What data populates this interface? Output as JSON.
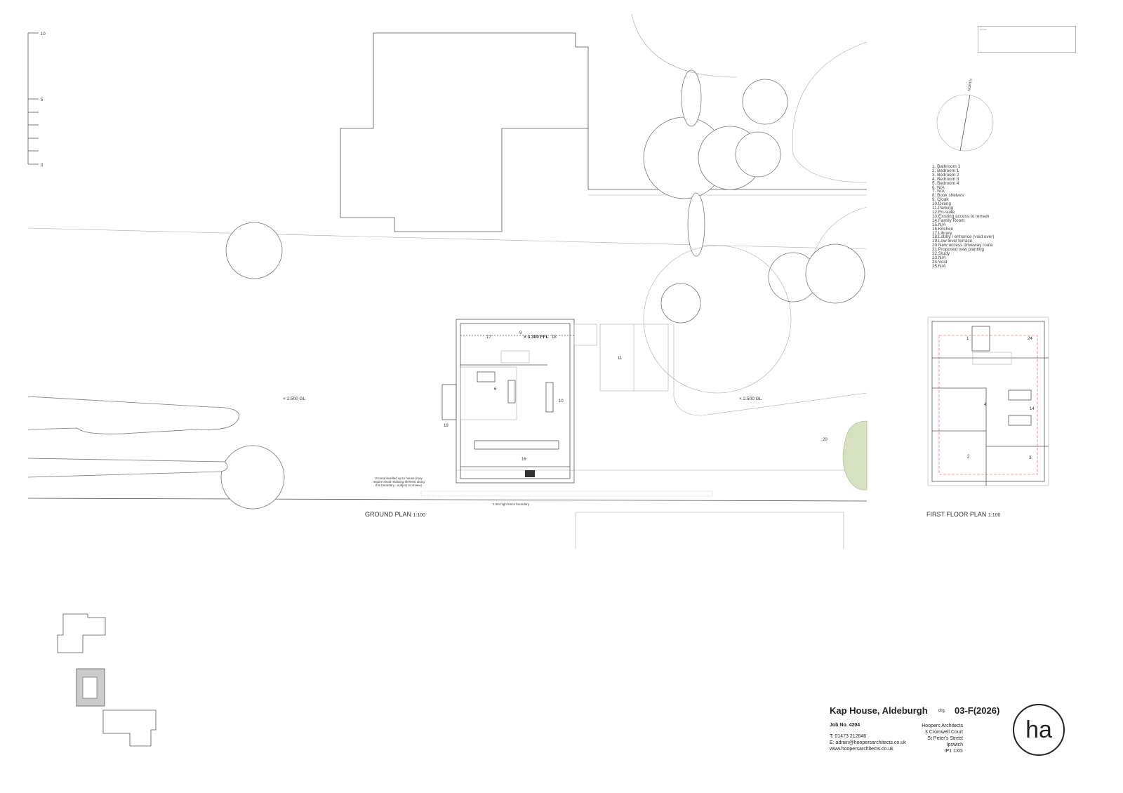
{
  "scale_bar": {
    "labels": [
      "10",
      "5",
      "0"
    ]
  },
  "notes": {
    "heading": "NOTES"
  },
  "north": {
    "label": "NORTH"
  },
  "legend": [
    "1.  Bathroom 1",
    "2.  Bedroom 1",
    "3.  Bedroom 2",
    "4.  Bedroom 3",
    "5.  Bedroom 4",
    "6.  N/A",
    "7.  N/A",
    "8.  Book shelves",
    "9.  Cloak",
    "10.Dining",
    "11.Parking",
    "12.En-suite",
    "13.Existing access to remain",
    "14.Family Room",
    "15.N/A",
    "16.Kitchen",
    "17.Library",
    "18.Lobby / entrance (void over)",
    "19.Low level terrace",
    "20.New access driveway route",
    "21.Proposed new planting",
    "22.Study",
    "23.N/A",
    "24.Void",
    "25.N/A"
  ],
  "ground_plan": {
    "title": "GROUND PLAN",
    "scale": "1:100",
    "level_west": "2.500 GL",
    "level_east": "2.500 GL",
    "ffl": "3.300 FFL",
    "rooms": {
      "r17": "17",
      "r9": "9",
      "r18": "18",
      "r6": "6",
      "r10": "10",
      "r16": "16",
      "r19": "19",
      "r11": "11",
      "r20": "20"
    },
    "note_ground": [
      "Ground levelled up to house (may",
      "require small retaining element along",
      "this boundary - subject to review)"
    ],
    "fence_note": "2.0m high fence boundary"
  },
  "first_floor_plan": {
    "title": "FIRST FLOOR PLAN",
    "scale": "1:100",
    "rooms": {
      "r1": "1",
      "r24": "24",
      "r4": "4",
      "r14": "14",
      "r2": "2",
      "r3": "3"
    }
  },
  "title_block": {
    "project": "Kap House, Aldeburgh",
    "drg_label": "drg.",
    "drawing_number": "03-F(2026)",
    "job": "Job No. 4204",
    "phone": "T: 01473 212646",
    "email": "E: admin@hoopersarchitects.co.uk",
    "web": "www.hoopersarchitects.co.uk",
    "address": [
      "Hoopers Architects",
      "3 Cromwell Court",
      "St Peter's Street",
      "Ipswich",
      "IP1 1XG"
    ],
    "logo": "ha"
  },
  "colors": {
    "planting": "#d6e2bf",
    "dashed_boundary": "#d9534f"
  }
}
